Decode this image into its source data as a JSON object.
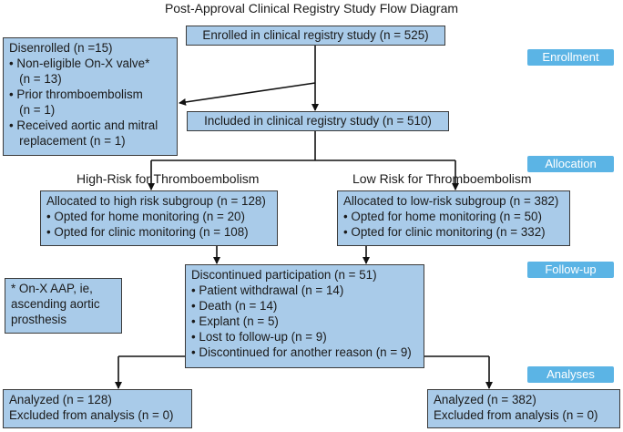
{
  "title": "Post-Approval Clinical Registry Study Flow Diagram",
  "stages": {
    "enrollment": "Enrollment",
    "allocation": "Allocation",
    "follow_up": "Follow-up",
    "analyses": "Analyses"
  },
  "enrolled": "Enrolled in clinical registry study (n = 525)",
  "disenrolled": {
    "head": "Disenrolled (n =15)",
    "lines": [
      "• Non-eligible On-X valve*",
      "   (n = 13)",
      "• Prior thromboembolism",
      "   (n = 1)",
      "• Received aortic and mitral",
      "   replacement (n = 1)"
    ]
  },
  "included": "Included in clinical registry study (n = 510)",
  "high_risk": {
    "heading": "High-Risk for Thromboembolism",
    "head": "Allocated to high risk subgroup (n = 128)",
    "lines": [
      "• Opted for home monitoring (n = 20)",
      "• Opted for clinic monitoring (n = 108)"
    ]
  },
  "low_risk": {
    "heading": "Low Risk for Thromboembolism",
    "head": "Allocated to low-risk subgroup (n = 382)",
    "lines": [
      "• Opted for home monitoring (n = 50)",
      "• Opted for clinic monitoring (n = 332)"
    ]
  },
  "footnote": {
    "lines": [
      "* On-X AAP, ie,",
      "ascending aortic",
      "prosthesis"
    ]
  },
  "discontinued": {
    "head": "Discontinued participation (n = 51)",
    "lines": [
      "• Patient withdrawal (n = 14)",
      "• Death (n = 14)",
      "• Explant (n = 5)",
      "• Lost to follow-up (n = 9)",
      "• Discontinued for another reason (n = 9)"
    ]
  },
  "analyzed_high": {
    "lines": [
      "Analyzed (n = 128)",
      "Excluded from analysis (n = 0)"
    ]
  },
  "analyzed_low": {
    "lines": [
      "Analyzed (n = 382)",
      "Excluded from analysis (n = 0)"
    ]
  }
}
